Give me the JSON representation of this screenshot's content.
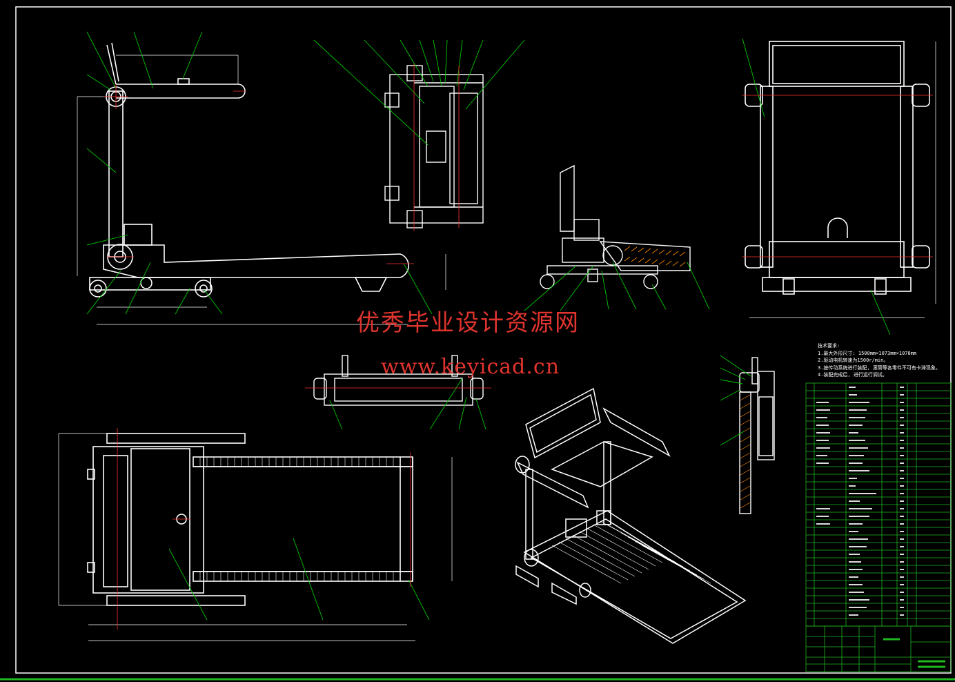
{
  "watermark": {
    "line1": "优秀毕业设计资源网",
    "line2": "www.keyicad.cn"
  },
  "notes": {
    "title": "技术要求:",
    "items": [
      "1.最大外形尺寸: 1500mm×1073mm×1078mm",
      "2.驱动电机转速为1500r/min。",
      "3.按传动系统进行装配, 滚筒等各零件不可有卡滞现象。",
      "4.装配完成后, 进行运行调试。"
    ]
  },
  "colors": {
    "background": "#000000",
    "outline": "#ffffff",
    "leader": "#00c800",
    "centerline": "#ff3030",
    "watermark": "#e0342e"
  }
}
